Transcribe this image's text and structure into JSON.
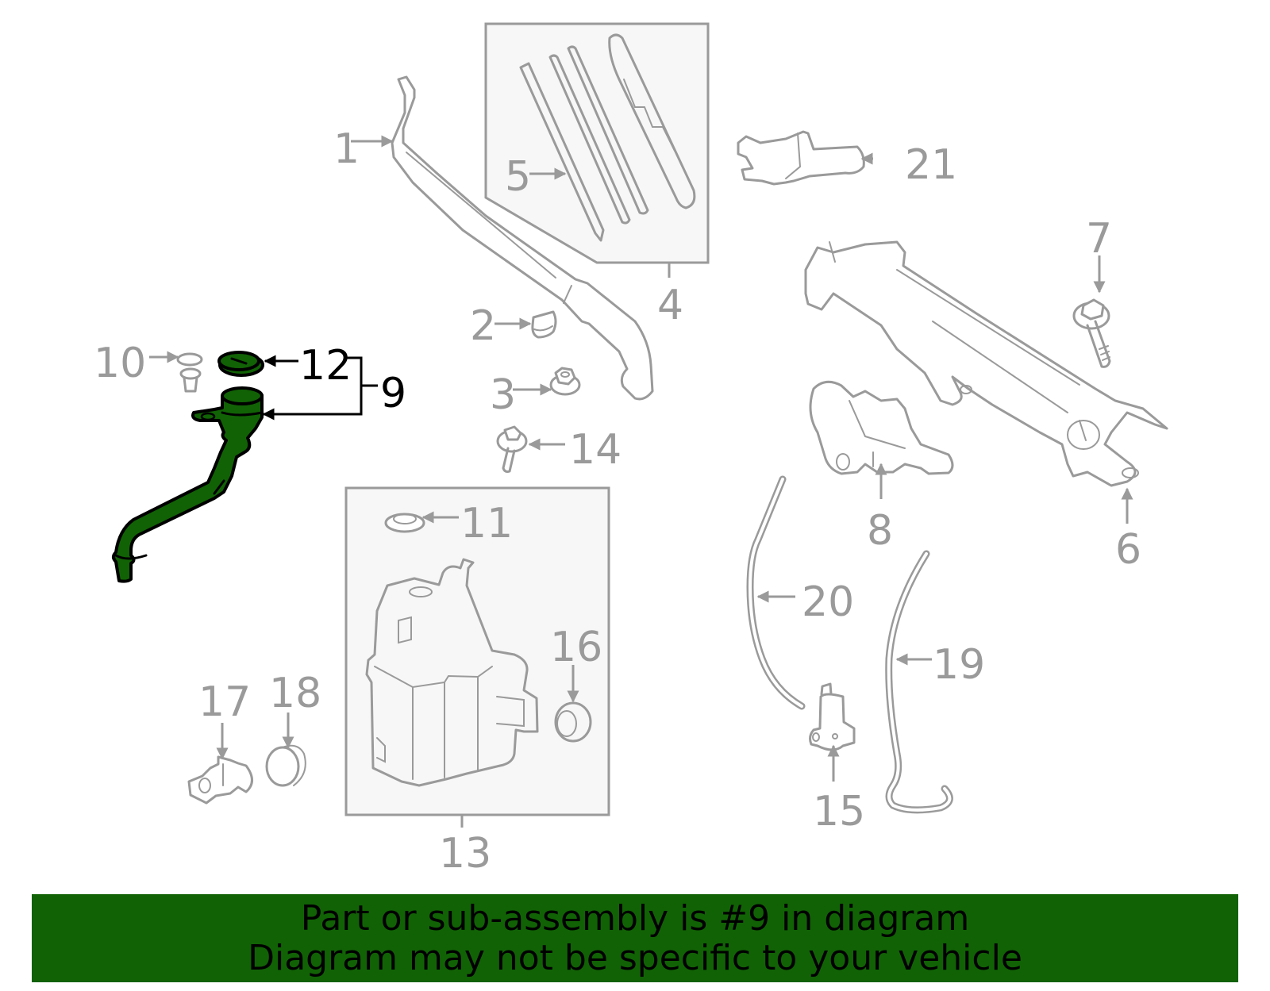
{
  "diagram": {
    "highlighted_part": "9",
    "highlight_color": "#116205",
    "label_color": "#9a9a9a",
    "callouts": [
      {
        "id": "1",
        "label": "1"
      },
      {
        "id": "2",
        "label": "2"
      },
      {
        "id": "3",
        "label": "3"
      },
      {
        "id": "4",
        "label": "4"
      },
      {
        "id": "5",
        "label": "5"
      },
      {
        "id": "6",
        "label": "6"
      },
      {
        "id": "7",
        "label": "7"
      },
      {
        "id": "8",
        "label": "8"
      },
      {
        "id": "9",
        "label": "9"
      },
      {
        "id": "10",
        "label": "10"
      },
      {
        "id": "11",
        "label": "11"
      },
      {
        "id": "12",
        "label": "12"
      },
      {
        "id": "13",
        "label": "13"
      },
      {
        "id": "14",
        "label": "14"
      },
      {
        "id": "15",
        "label": "15"
      },
      {
        "id": "16",
        "label": "16"
      },
      {
        "id": "17",
        "label": "17"
      },
      {
        "id": "18",
        "label": "18"
      },
      {
        "id": "19",
        "label": "19"
      },
      {
        "id": "20",
        "label": "20"
      },
      {
        "id": "21",
        "label": "21"
      }
    ]
  },
  "banner": {
    "line1": "Part or sub-assembly is #9 in diagram",
    "line2": "Diagram may not be specific to your vehicle",
    "background": "#116205"
  }
}
